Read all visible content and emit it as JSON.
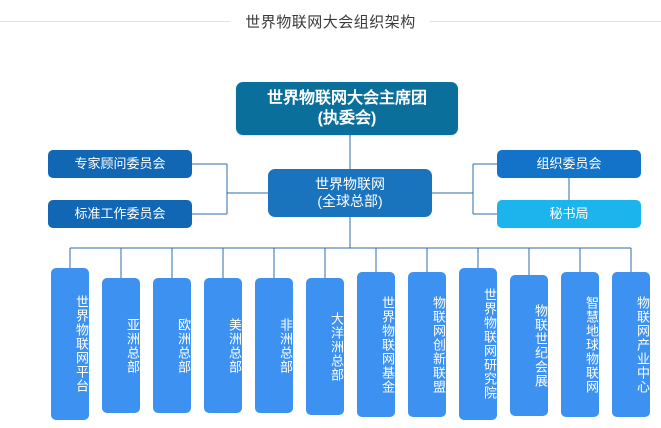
{
  "title": "世界物联网大会组织架构",
  "colors": {
    "chair_box": "#0b6f9b",
    "hq_box": "#1a73bd",
    "side_box": "#1267b5",
    "org_box": "#1273c9",
    "secretariat_box": "#1cb4ec",
    "leaf_box": "#3d91f0",
    "connector_line": "#2e6ea8",
    "title_rule": "#e2e2e2",
    "title_text": "#3a3a3a"
  },
  "chart_data": {
    "type": "diagram",
    "title": "世界物联网大会组织架构",
    "levels": [
      {
        "level": 1,
        "nodes": [
          {
            "id": "chair",
            "label": "世界物联网大会主席团\n(执委会)",
            "color": "#0b6f9b"
          }
        ]
      },
      {
        "level": 2,
        "nodes": [
          {
            "id": "expert",
            "label": "专家顾问委员会",
            "color": "#1267b5",
            "side": "left"
          },
          {
            "id": "standard",
            "label": "标准工作委员会",
            "color": "#1267b5",
            "side": "left"
          },
          {
            "id": "hq",
            "label": "世界物联网\n(全球总部)",
            "color": "#1a73bd",
            "side": "center"
          },
          {
            "id": "org",
            "label": "组织委员会",
            "color": "#1273c9",
            "side": "right"
          },
          {
            "id": "sec",
            "label": "秘书局",
            "color": "#1cb4ec",
            "side": "right"
          }
        ]
      },
      {
        "level": 3,
        "nodes": [
          {
            "id": "leaf-1",
            "label": "世界物联网平台"
          },
          {
            "id": "leaf-2",
            "label": "亚洲总部"
          },
          {
            "id": "leaf-3",
            "label": "欧洲总部"
          },
          {
            "id": "leaf-4",
            "label": "美洲总部"
          },
          {
            "id": "leaf-5",
            "label": "非洲总部"
          },
          {
            "id": "leaf-6",
            "label": "大洋洲总部"
          },
          {
            "id": "leaf-7",
            "label": "世界物联网基金"
          },
          {
            "id": "leaf-8",
            "label": "物联网创新联盟"
          },
          {
            "id": "leaf-9",
            "label": "世界物联网研究院"
          },
          {
            "id": "leaf-10",
            "label": "物联世纪会展"
          },
          {
            "id": "leaf-11",
            "label": "智慧地球物联网"
          },
          {
            "id": "leaf-12",
            "label": "物联网产业中心"
          }
        ]
      }
    ]
  },
  "top": {
    "chair": "世界物联网大会主席团\n(执委会)"
  },
  "mid": {
    "expert": "专家顾问委员会",
    "standard": "标准工作委员会",
    "hq": "世界物联网\n(全球总部)",
    "org": "组织委员会",
    "secretariat": "秘书局"
  },
  "leaves": [
    "世界物联网平台",
    "亚洲总部",
    "欧洲总部",
    "美洲总部",
    "非洲总部",
    "大洋洲总部",
    "世界物联网基金",
    "物联网创新联盟",
    "世界物联网研究院",
    "物联世纪会展",
    "智慧地球物联网",
    "物联网产业中心"
  ]
}
